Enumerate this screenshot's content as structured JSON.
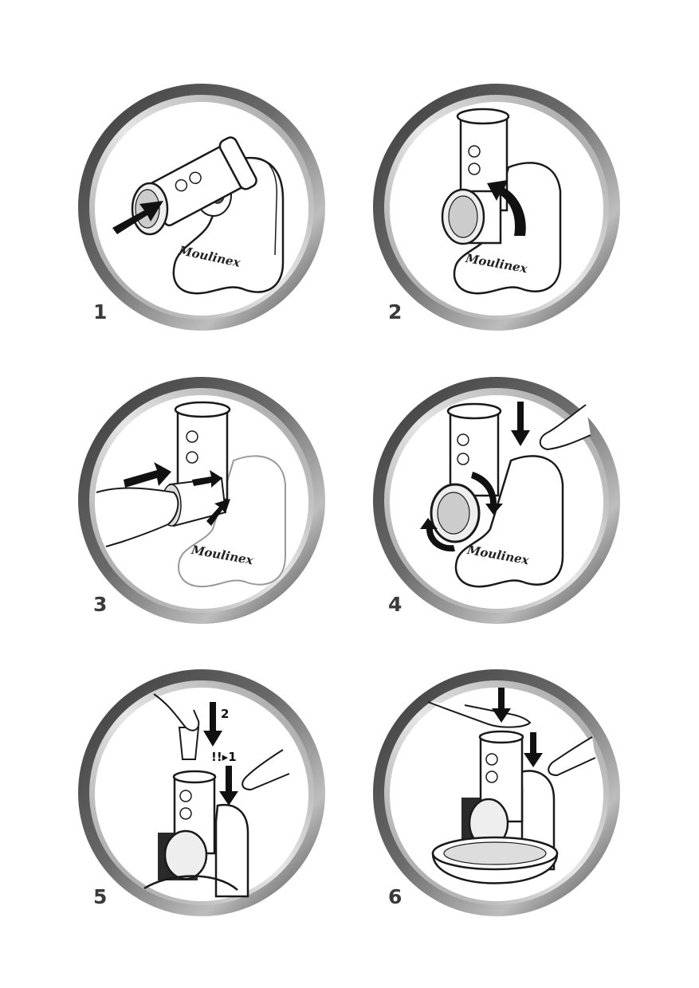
{
  "steps": [
    {
      "number": "1",
      "brand": "Moulinex"
    },
    {
      "number": "2",
      "brand": "Moulinex"
    },
    {
      "number": "3",
      "brand": "Moulinex"
    },
    {
      "number": "4",
      "brand": "Moulinex"
    },
    {
      "number": "5",
      "brand": "",
      "label_push": "2",
      "label_order": "!!▸1"
    },
    {
      "number": "6",
      "brand": ""
    }
  ],
  "colors": {
    "ring_dark": "#3c3c3c",
    "ring_light": "#d8d8d8",
    "line": "#1a1a1a",
    "fill": "#ffffff",
    "arrow": "#111111"
  }
}
